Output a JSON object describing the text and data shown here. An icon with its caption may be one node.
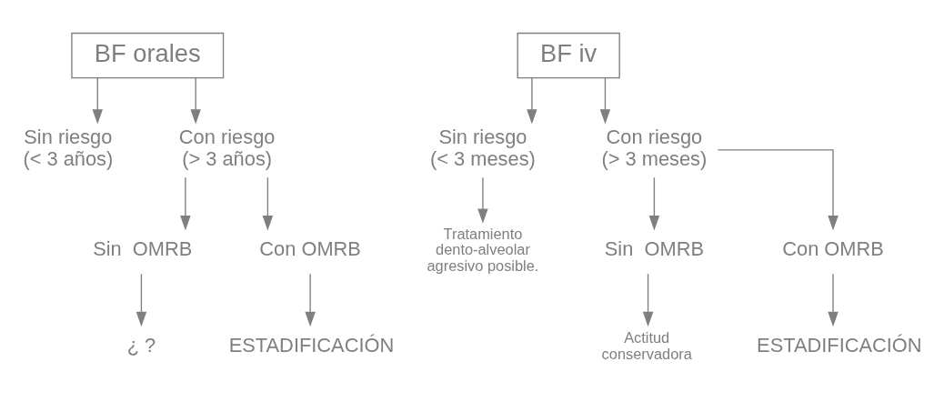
{
  "diagram": {
    "nodes": [
      {
        "text": [
          "BF orales"
        ]
      },
      {
        "text": [
          "Sin riesgo (< 3 años)"
        ]
      },
      {
        "text": [
          "Con riesgo (> 3 años)"
        ]
      },
      {
        "text": [
          "Sin  OMRB"
        ]
      },
      {
        "text": [
          "Con OMRB"
        ]
      },
      {
        "text": [
          "¿ ?"
        ]
      },
      {
        "text": [
          "ESTADIFICACIÓN"
        ]
      },
      {
        "text": [
          "BF iv"
        ]
      },
      {
        "text": [
          "Sin riesgo (< 3 meses)"
        ]
      },
      {
        "text": [
          "Con riesgo (> 3 meses)"
        ]
      },
      {
        "text": [
          "Tratamiento dento-alveolar agresivo posible."
        ]
      },
      {
        "text": [
          "Sin  OMRB"
        ]
      },
      {
        "text": [
          "Con OMRB"
        ]
      },
      {
        "text": [
          "Actitud conservadora"
        ]
      },
      {
        "text": [
          "ESTADIFICACIÓN"
        ]
      }
    ],
    "edges": [
      {
        "from": 0,
        "to": 1,
        "arrow": "to"
      },
      {
        "from": 0,
        "to": 2,
        "arrow": "to"
      },
      {
        "from": 2,
        "to": 3,
        "arrow": "to"
      },
      {
        "from": 2,
        "to": 4,
        "arrow": "to"
      },
      {
        "from": 3,
        "to": 5,
        "arrow": "to"
      },
      {
        "from": 4,
        "to": 6,
        "arrow": "to"
      },
      {
        "from": 7,
        "to": 8,
        "arrow": "to"
      },
      {
        "from": 7,
        "to": 9,
        "arrow": "to"
      },
      {
        "from": 8,
        "to": 10,
        "arrow": "to"
      },
      {
        "from": 9,
        "to": 11,
        "arrow": "to"
      },
      {
        "from": 9,
        "to": 12,
        "arrow": "to"
      },
      {
        "from": 11,
        "to": 13,
        "arrow": "to"
      },
      {
        "from": 12,
        "to": 14,
        "arrow": "to"
      }
    ]
  }
}
